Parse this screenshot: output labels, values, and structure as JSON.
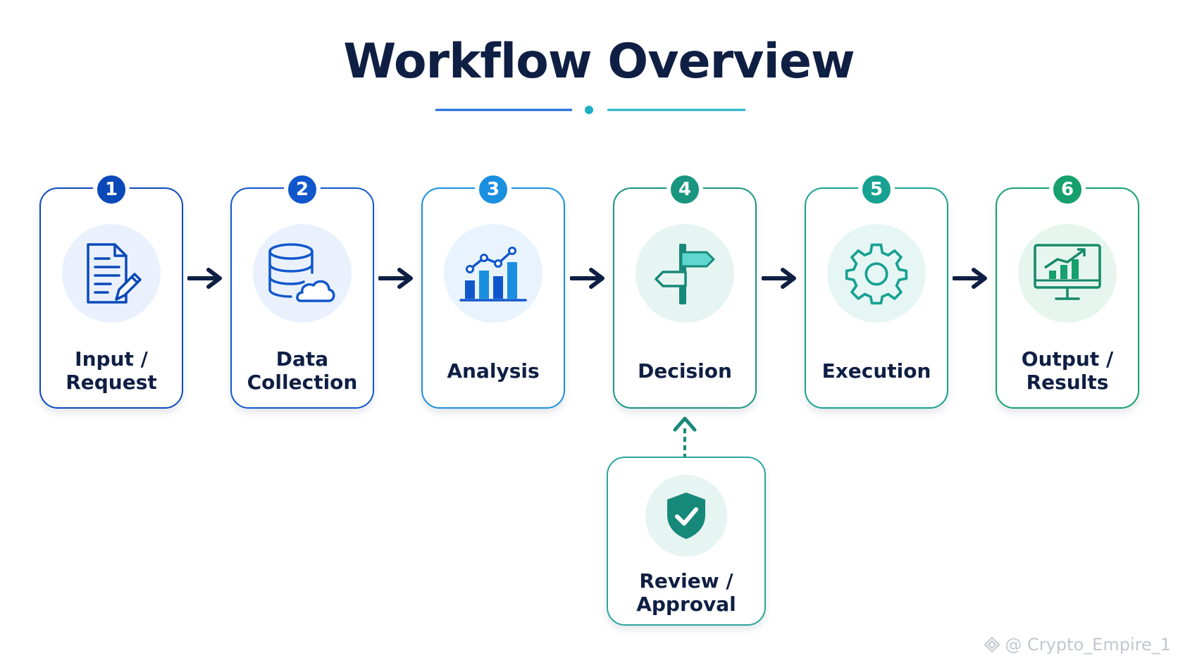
{
  "title": "Workflow Overview",
  "steps": [
    {
      "number": "1",
      "label": "Input / Request",
      "icon": "document-pencil-icon",
      "color": "#0b49b8",
      "circle": "#eaf1fd"
    },
    {
      "number": "2",
      "label": "Data Collection",
      "icon": "database-cloud-icon",
      "color": "#1157cc",
      "circle": "#eaf1fd"
    },
    {
      "number": "3",
      "label": "Analysis",
      "icon": "bar-chart-icon",
      "color": "#1a8fe0",
      "circle": "#e8f3fd"
    },
    {
      "number": "4",
      "label": "Decision",
      "icon": "signpost-icon",
      "color": "#1a9580",
      "circle": "#e6f5f2"
    },
    {
      "number": "5",
      "label": "Execution",
      "icon": "gear-icon",
      "color": "#17a191",
      "circle": "#e6f6f4"
    },
    {
      "number": "6",
      "label": "Output / Results",
      "icon": "monitor-chart-icon",
      "color": "#15a06d",
      "circle": "#e6f6ef"
    }
  ],
  "review": {
    "label": "Review / Approval",
    "icon": "shield-check-icon",
    "color": "#17897a",
    "circle": "#e6f4f2"
  },
  "watermark": "@ Crypto_Empire_1"
}
